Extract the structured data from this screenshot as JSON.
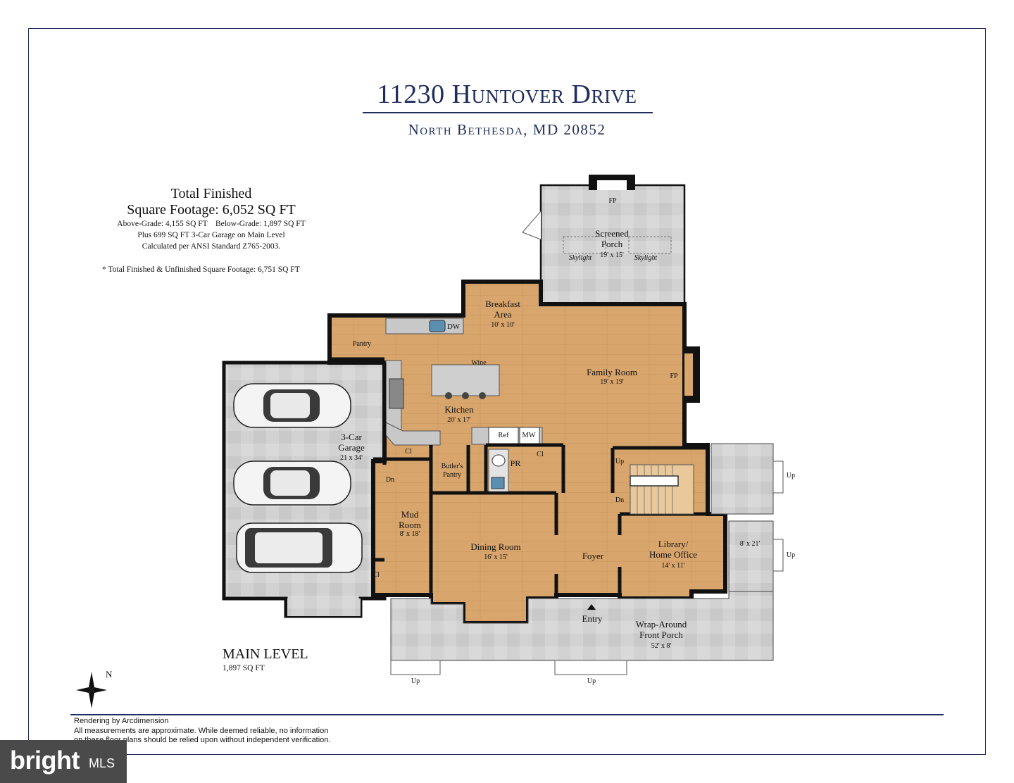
{
  "header": {
    "title": "11230 Huntover Drive",
    "subtitle": "North Bethesda, MD 20852"
  },
  "sqft": {
    "line1": "Total Finished",
    "line2": "Square Footage: 6,052 SQ FT",
    "line3": "Above-Grade: 4,155 SQ FT    Below-Grade: 1,897 SQ FT",
    "line4": "Plus 699 SQ FT 3-Car Garage on Main Level",
    "line5": "Calculated per ANSI Standard Z765-2003.",
    "note": "* Total Finished & Unfinished Square Footage: 6,751 SQ FT"
  },
  "level": {
    "name": "MAIN LEVEL",
    "sqft": "1,897 SQ FT"
  },
  "compass": {
    "north": "N"
  },
  "rooms": {
    "screened_porch": {
      "name1": "Screened",
      "name2": "Porch",
      "dims": "19' x 15'"
    },
    "porch_fp": "FP",
    "skylight_left": "Skylight",
    "skylight_right": "Skylight",
    "breakfast": {
      "name1": "Breakfast",
      "name2": "Area",
      "dims": "10' x 10'"
    },
    "dw": "DW",
    "pantry": "Pantry",
    "wine": "Wine",
    "kitchen": {
      "name": "Kitchen",
      "dims": "20' x 17'"
    },
    "family": {
      "name": "Family Room",
      "dims": "19' x 19'"
    },
    "family_fp": "FP",
    "ref": "Ref",
    "mw": "MW",
    "garage": {
      "name1": "3-Car",
      "name2": "Garage",
      "dims": "21 x 34'"
    },
    "cl_mud": "Cl",
    "cl_pr": "Cl",
    "cl_low": "Cl",
    "dn_garage": "Dn",
    "butler": {
      "name1": "Butler's",
      "name2": "Pantry"
    },
    "pr": "PR",
    "stairs_up": "Up",
    "stairs_dn": "Dn",
    "side_up1": "Up",
    "side_up2": "Up",
    "side_porch_dims": "8' x 21'",
    "mud": {
      "name1": "Mud",
      "name2": "Room",
      "dims": "8' x 18'"
    },
    "dining": {
      "name": "Dining Room",
      "dims": "16' x 15'"
    },
    "foyer": "Foyer",
    "library": {
      "name1": "Library/",
      "name2": "Home Office",
      "dims": "14' x 11'"
    },
    "entry": "Entry",
    "front_porch": {
      "name1": "Wrap-Around",
      "name2": "Front Porch",
      "dims": "52' x 8'"
    },
    "front_up1": "Up",
    "front_up2": "Up"
  },
  "footer": {
    "line1": "Rendering by Arcdimension",
    "line2": "All measurements are approximate. While deemed reliable, no information",
    "line3": "on these floor plans should be relied upon without independent verification."
  },
  "mls": {
    "brand": "bright",
    "suffix": "MLS"
  },
  "colors": {
    "navy": "#1f2d5c",
    "wood": "#d6a36b",
    "tile": "#cfcfcf",
    "wall": "#111111",
    "watermark_bg": "#4a4a4a"
  }
}
